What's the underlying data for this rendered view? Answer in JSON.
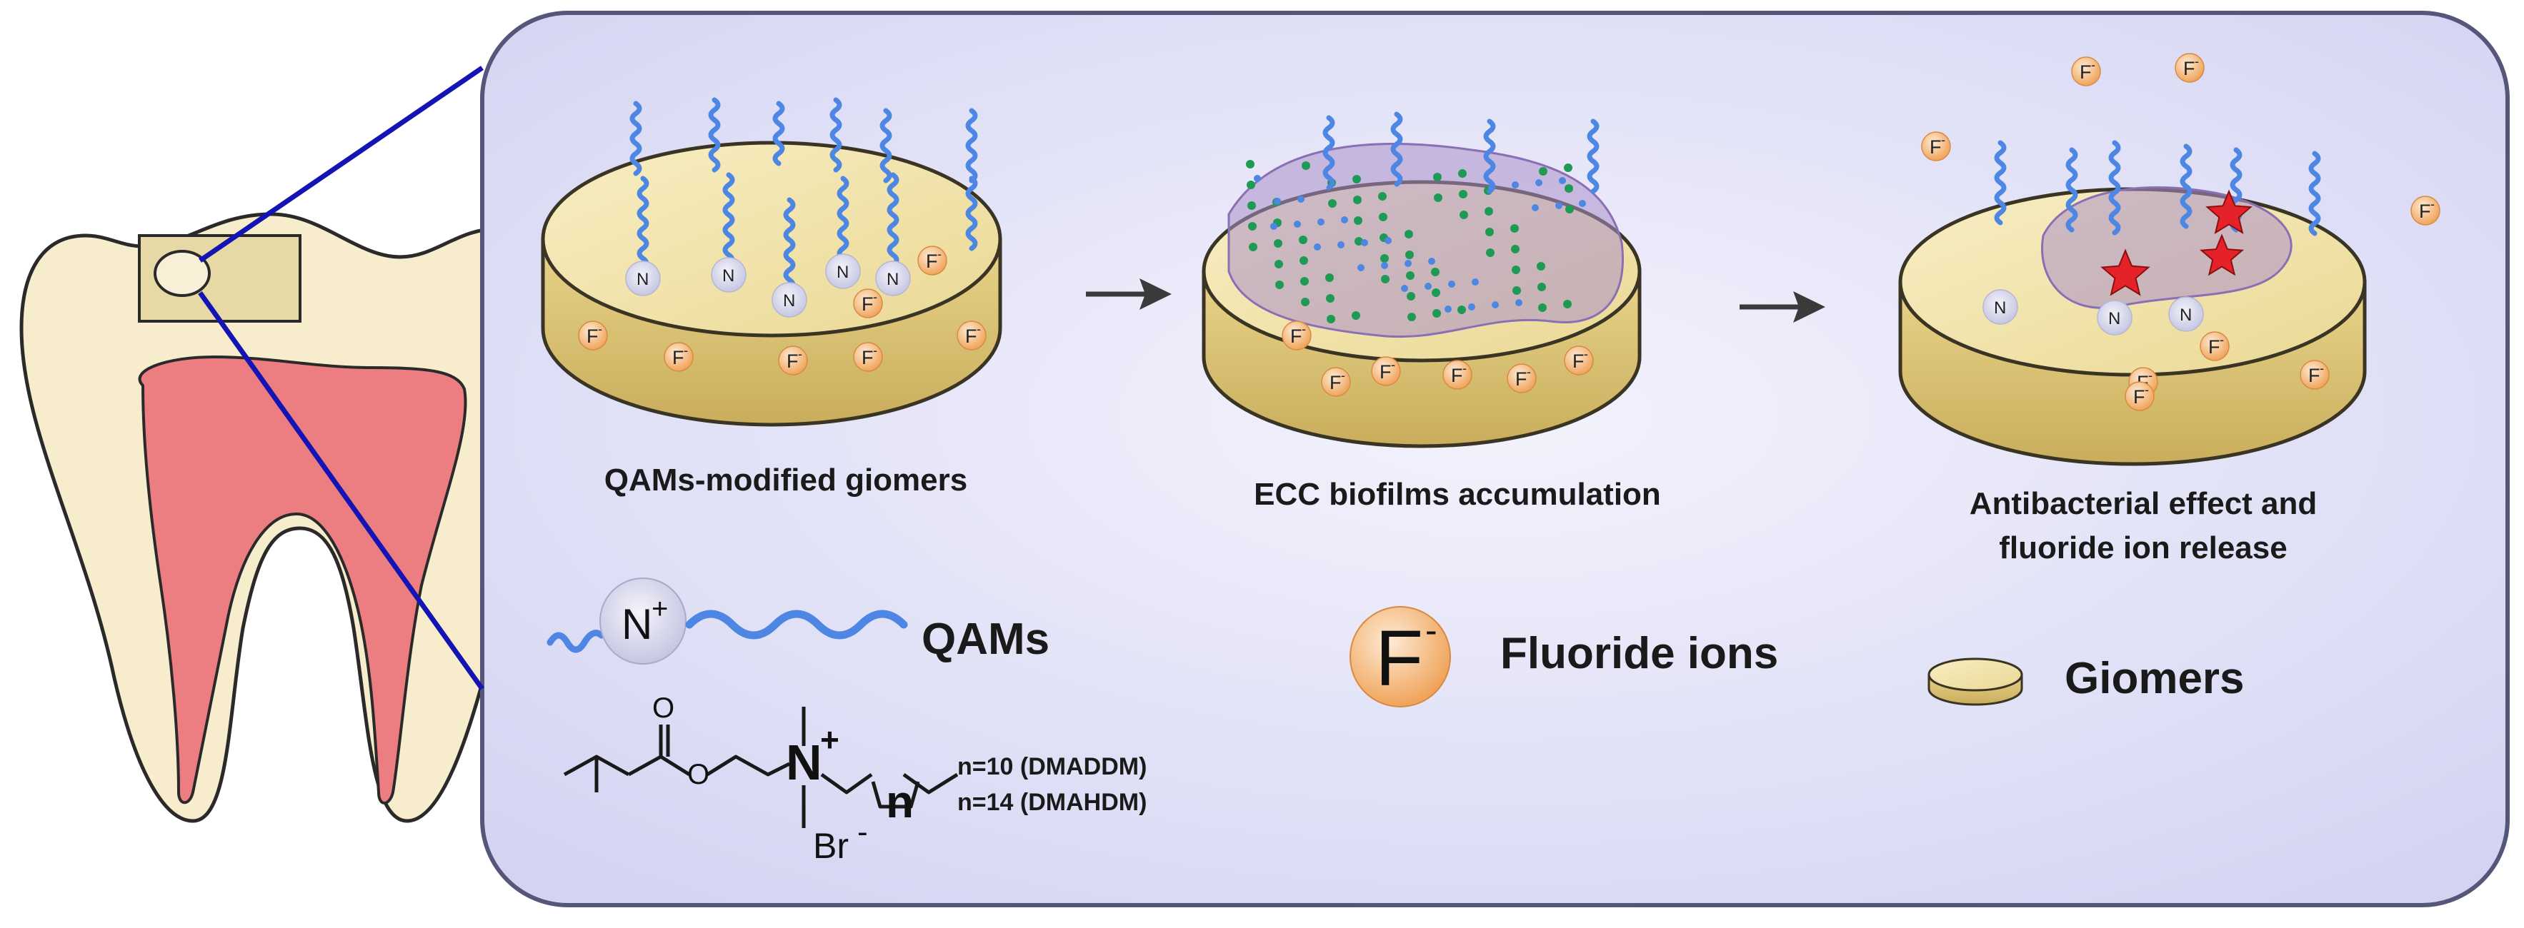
{
  "steps": [
    {
      "label": "QAMs-modified giomers"
    },
    {
      "label": "ECC biofilms accumulation"
    },
    {
      "label_line1": "Antibacterial effect and",
      "label_line2": "fluoride ion release"
    }
  ],
  "legend": {
    "qams": "QAMs",
    "fluoride": "Fluoride ions",
    "giomers": "Giomers",
    "n_plus": "N",
    "f_symbol": "F"
  },
  "molecule": {
    "cation": "N",
    "counter_ion": "Br",
    "subscript": "n",
    "variant_1": "n=10 (DMADDM)",
    "variant_2": "n=14 (DMAHDM)"
  },
  "colors": {
    "panel_fill": "#e6e6f8",
    "panel_stroke": "#55567a",
    "disc_top": "#f1e3a2",
    "disc_side": "#d9c275",
    "disc_stroke": "#3a3424",
    "chain_blue": "#4d86e3",
    "node_fill": "#dcdcf0",
    "fluoride_fill": "#f3b878",
    "biofilm": "#a98fc8",
    "bacteria_green": "#1f9a55",
    "tooth_fill": "#f7eccb",
    "pulp_fill": "#ec7d80",
    "zoom_line": "#1414b4",
    "star_red": "#e52229"
  }
}
